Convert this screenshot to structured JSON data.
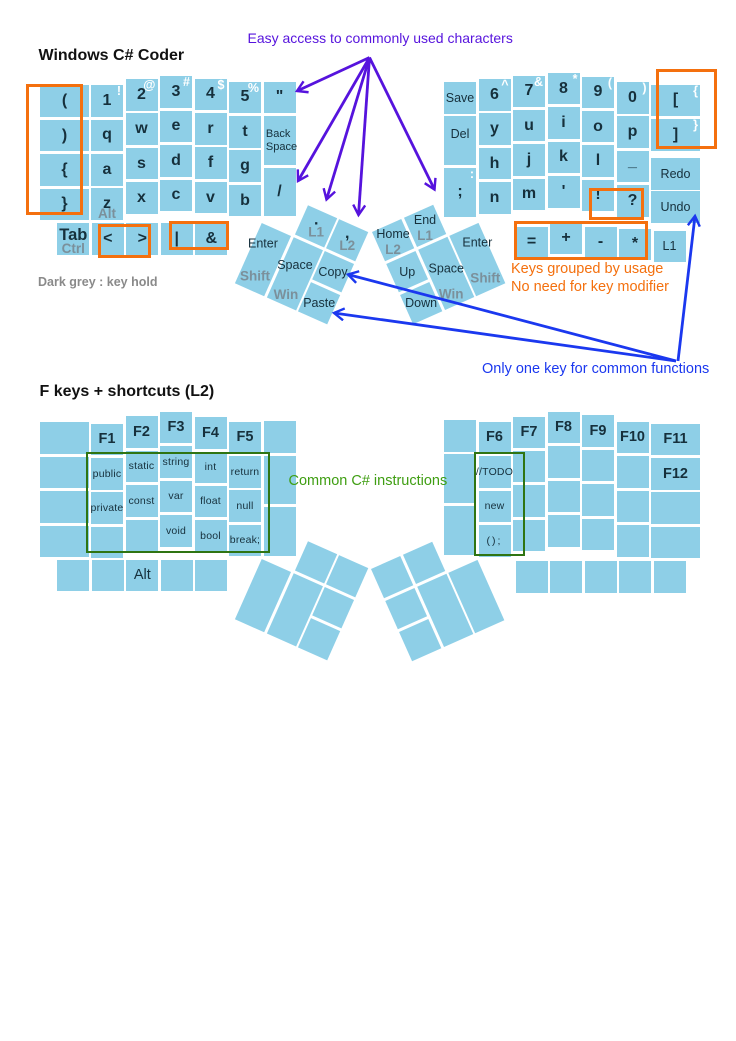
{
  "colors": {
    "key_fill": "#8ecfe7",
    "key_text": "#16303c",
    "hold_text": "#7b909b",
    "sup_text": "#ffffff",
    "orange": "#f4700e",
    "violet": "#5613dd",
    "blue": "#1b38ef",
    "green_rect": "#2f7412",
    "green_text": "#3f9e12",
    "grey_note": "#8a8a8a",
    "title_text": "#111111"
  },
  "keyboards": [
    {
      "id": "base-layer",
      "title": "Windows C# Coder",
      "halves": {
        "left": {
          "cols": [
            [
              "(",
              ")",
              "{",
              "}"
            ],
            [
              {
                "t": "1",
                "sup": "!"
              },
              "q",
              "a",
              {
                "t": "z",
                "hold": "Alt"
              }
            ],
            [
              {
                "t": "2",
                "sup": "@"
              },
              "w",
              "s",
              "x"
            ],
            [
              {
                "t": "3",
                "sup": "#"
              },
              "e",
              "d",
              "c"
            ],
            [
              {
                "t": "4",
                "sup": "$"
              },
              "r",
              "f",
              "v"
            ],
            [
              {
                "t": "5",
                "sup": "%"
              },
              "t",
              "g",
              "b"
            ],
            [
              "\"",
              {
                "t": "Back\nSpace",
                "s": "two"
              },
              "/"
            ]
          ],
          "bottom": [
            {
              "t": "Tab",
              "hold": "Ctrl",
              "s": "tab"
            },
            "<",
            ">",
            "|",
            "&"
          ],
          "thumb": [
            {
              "t": ".",
              "hold": "L1"
            },
            {
              "t": ",",
              "hold": "L2"
            },
            {
              "t": "Enter",
              "hold": "Shift",
              "s": "txt"
            },
            {
              "t": "Space",
              "hold": "Win",
              "s": "txt"
            },
            {
              "t": "Copy",
              "s": "txt"
            },
            {
              "t": "Paste",
              "s": "txt"
            }
          ]
        },
        "right": {
          "cols": [
            [
              "Save",
              "Del",
              {
                "t": ";",
                "sup": ":"
              }
            ],
            [
              {
                "t": "6",
                "sup": "^"
              },
              "y",
              "h",
              "n"
            ],
            [
              {
                "t": "7",
                "sup": "&"
              },
              "u",
              "j",
              "m"
            ],
            [
              {
                "t": "8",
                "sup": "*"
              },
              "i",
              "k",
              "'"
            ],
            [
              {
                "t": "9",
                "sup": "("
              },
              "o",
              "l",
              "!"
            ],
            [
              {
                "t": "0",
                "sup": ")"
              },
              "p",
              "_",
              "?"
            ],
            [
              {
                "t": "[",
                "sup": "{"
              },
              {
                "t": "]",
                "sup": "}"
              },
              "Redo",
              "Undo"
            ]
          ],
          "bottom": [
            "=",
            "+",
            "-",
            "*",
            {
              "t": "L1",
              "s": "txt"
            }
          ],
          "thumb": [
            {
              "t": "Home",
              "hold": "L2",
              "s": "txt"
            },
            {
              "t": "End",
              "hold": "L1",
              "s": "txt"
            },
            {
              "t": "Up",
              "s": "txt"
            },
            {
              "t": "Down",
              "s": "txt"
            },
            {
              "t": "Space",
              "hold": "Win",
              "s": "txt"
            },
            {
              "t": "Enter",
              "hold": "Shift",
              "s": "txt"
            }
          ]
        }
      }
    },
    {
      "id": "l2-layer",
      "title": "F keys + shortcuts (L2)",
      "halves": {
        "left": {
          "cols": [
            [
              null,
              null,
              null,
              null
            ],
            [
              {
                "t": "F1",
                "s": "fkey"
              },
              {
                "t": "public",
                "s": "code"
              },
              {
                "t": "private",
                "s": "code"
              },
              null
            ],
            [
              {
                "t": "F2",
                "s": "fkey"
              },
              {
                "t": "static",
                "s": "code"
              },
              {
                "t": "const",
                "s": "code"
              },
              null
            ],
            [
              {
                "t": "F3",
                "s": "fkey"
              },
              {
                "t": "string",
                "s": "code"
              },
              {
                "t": "var",
                "s": "code"
              },
              {
                "t": "void",
                "s": "code"
              }
            ],
            [
              {
                "t": "F4",
                "s": "fkey"
              },
              {
                "t": "int",
                "s": "code"
              },
              {
                "t": "float",
                "s": "code"
              },
              {
                "t": "bool",
                "s": "code"
              }
            ],
            [
              {
                "t": "F5",
                "s": "fkey"
              },
              {
                "t": "return",
                "s": "code"
              },
              {
                "t": "null",
                "s": "code"
              },
              {
                "t": "break;",
                "s": "code"
              }
            ],
            [
              null,
              null,
              null
            ]
          ],
          "bottom": [
            null,
            null,
            {
              "t": "Alt",
              "s": "alt"
            },
            null,
            null
          ],
          "thumb": [
            null,
            null,
            null,
            null,
            null,
            null
          ]
        },
        "right": {
          "cols": [
            [
              null,
              null,
              null
            ],
            [
              {
                "t": "F6",
                "s": "fkey"
              },
              {
                "t": "//TODO",
                "s": "code"
              },
              {
                "t": "new",
                "s": "code"
              },
              {
                "t": "();",
                "s": "code"
              }
            ],
            [
              {
                "t": "F7",
                "s": "fkey"
              },
              null,
              null,
              null
            ],
            [
              {
                "t": "F8",
                "s": "fkey"
              },
              null,
              null,
              null
            ],
            [
              {
                "t": "F9",
                "s": "fkey"
              },
              null,
              null,
              null
            ],
            [
              {
                "t": "F10",
                "s": "fkey"
              },
              null,
              null,
              null
            ],
            [
              {
                "t": "F11",
                "s": "fkey"
              },
              {
                "t": "F12",
                "s": "fkey"
              },
              null,
              null
            ]
          ],
          "bottom": [
            null,
            null,
            null,
            null,
            null
          ],
          "thumb": [
            null,
            null,
            null,
            null,
            null,
            null
          ]
        }
      }
    }
  ],
  "annotations": {
    "easy_access": "Easy access to commonly used characters",
    "dark_grey_note": "Dark grey : key hold",
    "keys_grouped_line1": "Keys grouped by usage",
    "keys_grouped_line2": "No need for key modifier",
    "one_key_note": "Only one key for common functions",
    "common_cs_note": "Common C# instructions"
  }
}
